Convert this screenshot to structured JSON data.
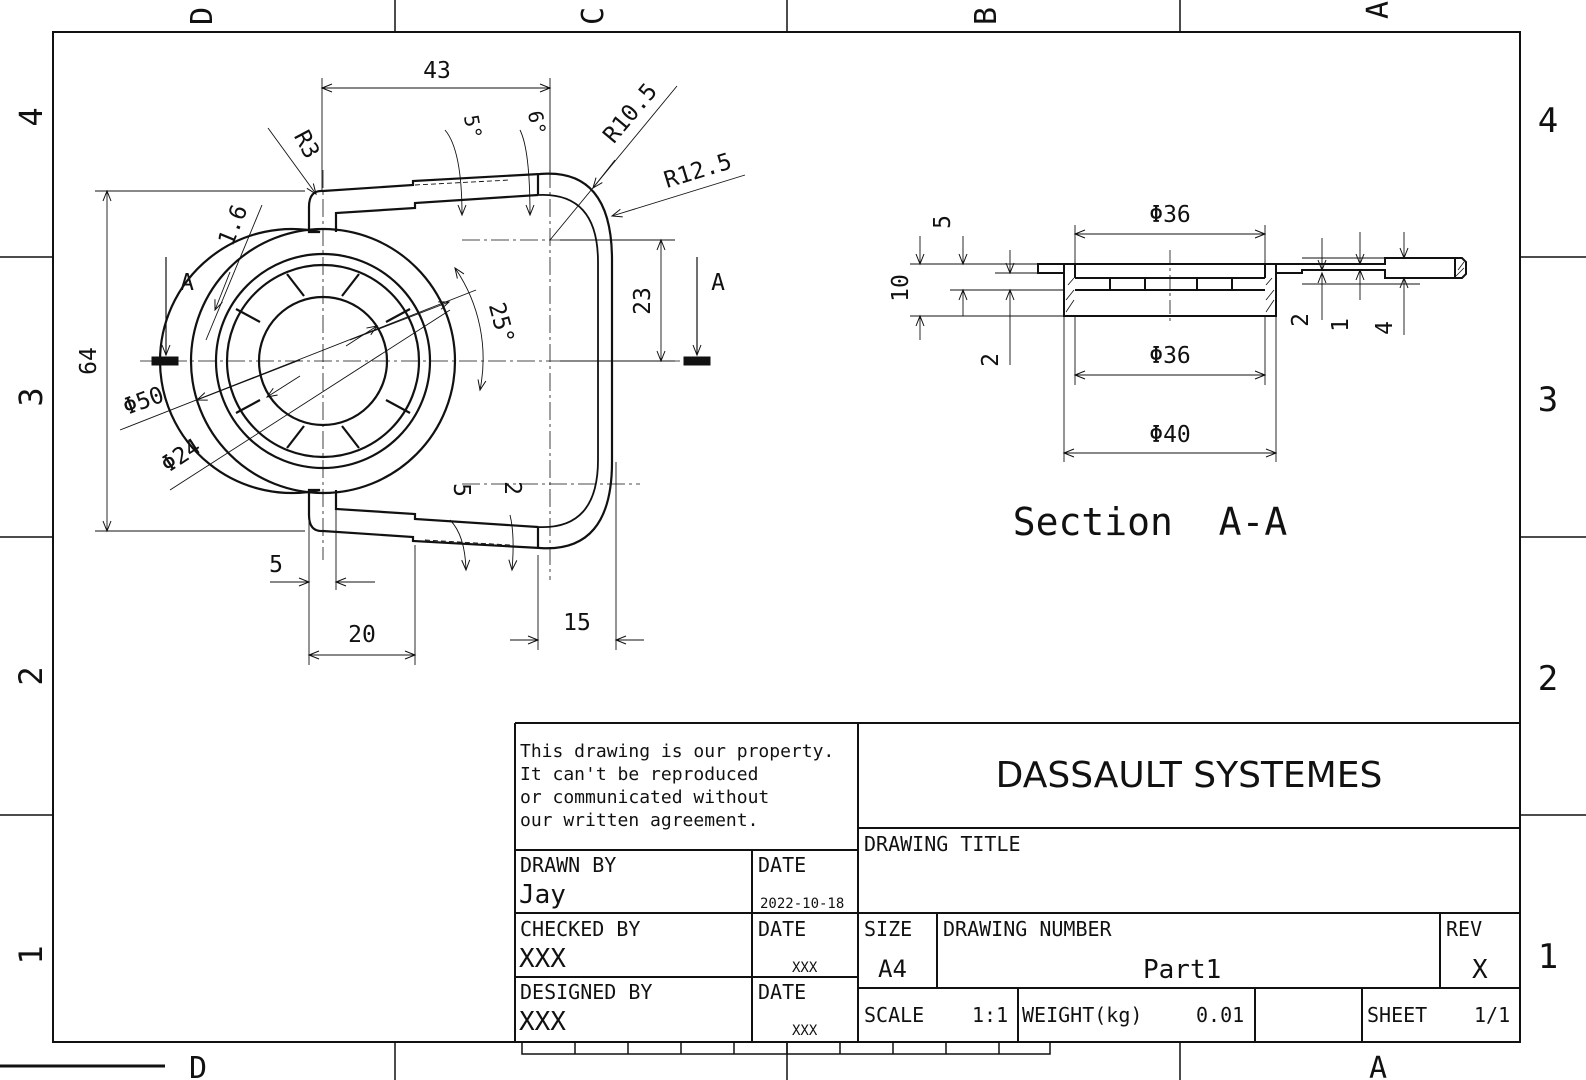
{
  "zones": {
    "columns": [
      "D",
      "C",
      "B",
      "A"
    ],
    "rows": [
      "4",
      "3",
      "2",
      "1"
    ]
  },
  "front_view": {
    "dimensions": [
      "43",
      "R3",
      "5°",
      "6°",
      "R10.5",
      "R12.5",
      "1.6",
      "64",
      "23",
      "Φ50",
      "Φ24",
      "25°",
      "5",
      "2",
      "5",
      "20",
      "15"
    ],
    "section_marks": [
      "A",
      "A"
    ]
  },
  "section_view": {
    "title": "Section  A-A",
    "dimensions": [
      "Φ36",
      "Φ36",
      "Φ40",
      "5",
      "10",
      "2",
      "2",
      "1",
      "4"
    ]
  },
  "title_block": {
    "notice": [
      "This drawing is our property.",
      "It can't be reproduced",
      "or communicated without",
      "our written agreement."
    ],
    "company": "DASSAULT SYSTEMES",
    "drawing_title_label": "DRAWING TITLE",
    "drawn_by_label": "DRAWN BY",
    "drawn_by": "Jay",
    "drawn_date_label": "DATE",
    "drawn_date": "2022-10-18",
    "checked_by_label": "CHECKED BY",
    "checked_by": "XXX",
    "checked_date_label": "DATE",
    "checked_date": "XXX",
    "designed_by_label": "DESIGNED BY",
    "designed_by": "XXX",
    "designed_date_label": "DATE",
    "designed_date": "XXX",
    "size_label": "SIZE",
    "size": "A4",
    "drawing_number_label": "DRAWING NUMBER",
    "drawing_number": "Part1",
    "rev_label": "REV",
    "rev": "X",
    "scale_label": "SCALE",
    "scale": "1:1",
    "weight_label": "WEIGHT(kg)",
    "weight": "0.01",
    "sheet_label": "SHEET",
    "sheet": "1/1"
  }
}
